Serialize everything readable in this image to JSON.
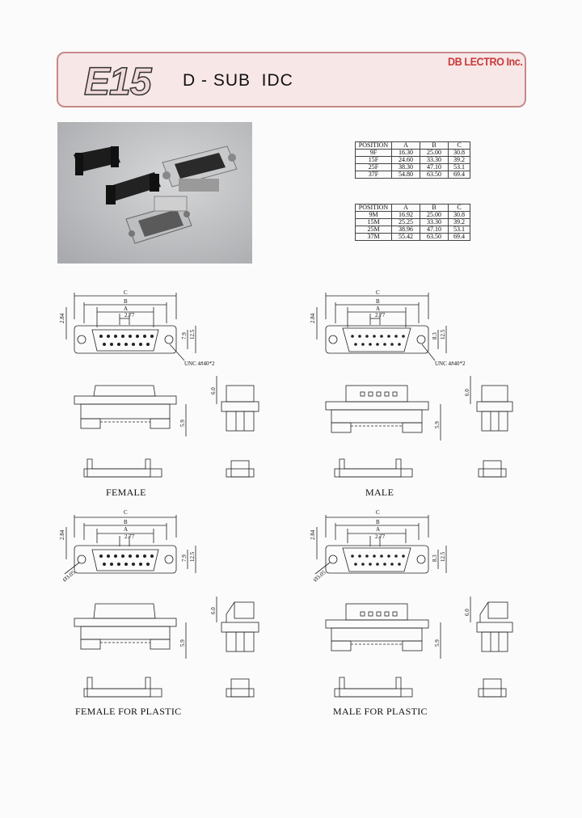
{
  "header": {
    "series": "E15",
    "title": "D - SUB  IDC",
    "brand": "DB LECTRO Inc."
  },
  "tables": {
    "female": {
      "headers": [
        "POSITION",
        "A",
        "B",
        "C"
      ],
      "rows": [
        [
          "9F",
          "16.30",
          "25.00",
          "30.8"
        ],
        [
          "15F",
          "24.60",
          "33.30",
          "39.2"
        ],
        [
          "25F",
          "38.30",
          "47.10",
          "53.1"
        ],
        [
          "37F",
          "54.80",
          "63.50",
          "69.4"
        ]
      ]
    },
    "male": {
      "headers": [
        "POSITION",
        "A",
        "B",
        "C"
      ],
      "rows": [
        [
          "9M",
          "16.92",
          "25.00",
          "30.8"
        ],
        [
          "15M",
          "25.25",
          "33.30",
          "39.2"
        ],
        [
          "25M",
          "38.96",
          "47.10",
          "53.1"
        ],
        [
          "37M",
          "55.42",
          "63.50",
          "69.4"
        ]
      ]
    }
  },
  "dims": {
    "c": "C",
    "b": "B",
    "a": "A",
    "pitch": "2.77",
    "h_female": "2.84",
    "h_male": "2.84",
    "f_inner": "7.9",
    "f_outer": "12.5",
    "m_inner": "8.3",
    "m_outer": "12.5",
    "thread": "UNC 4#40*2",
    "side_height": "6.0",
    "body_height": "5.9",
    "hole_dia": "Ø3.05"
  },
  "captions": {
    "female": "FEMALE",
    "male": "MALE",
    "female_plastic": "FEMALE  FOR  PLASTIC",
    "male_plastic": "MALE  FOR  PLASTIC"
  }
}
